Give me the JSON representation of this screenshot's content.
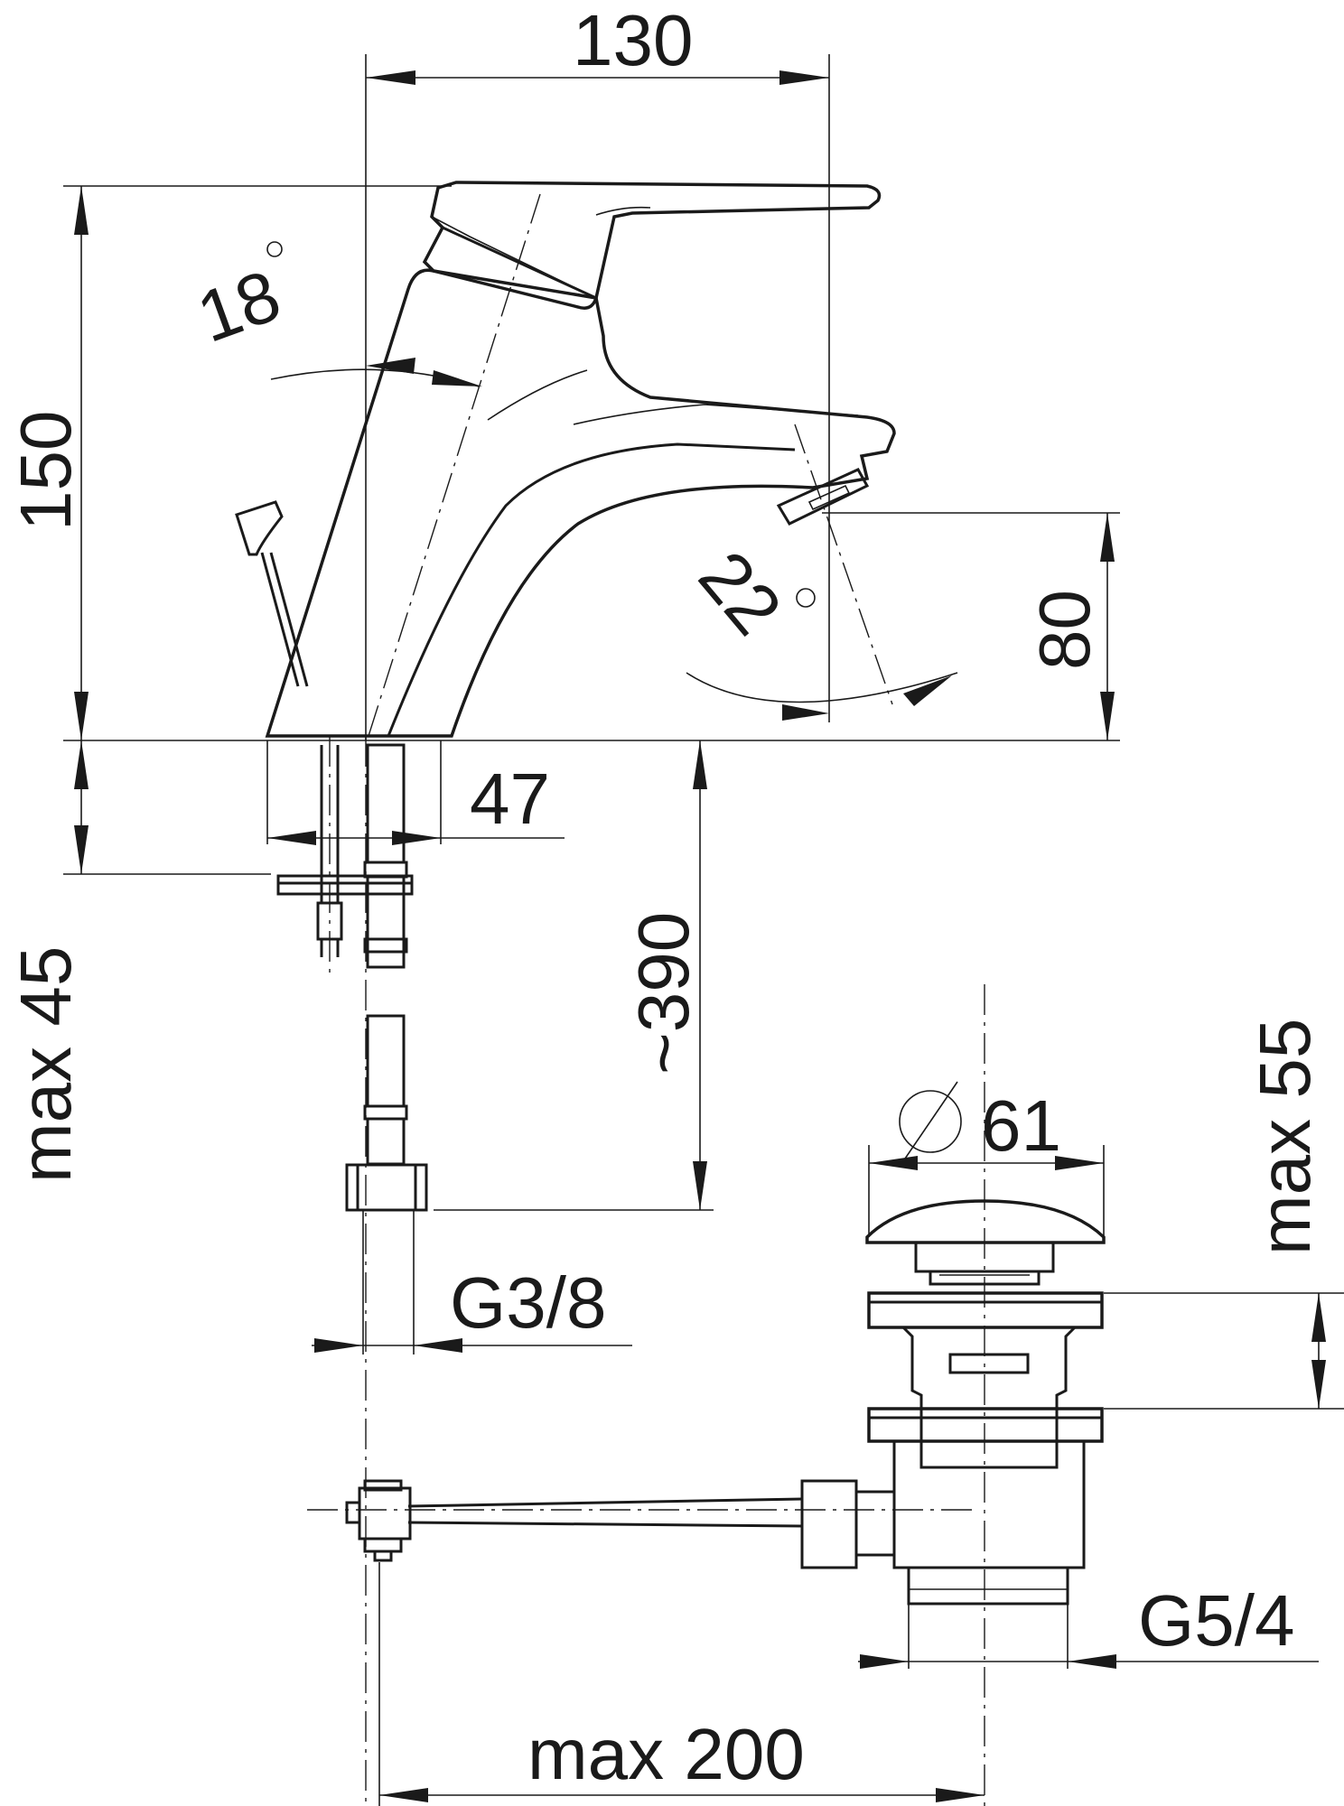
{
  "dimensions": {
    "width_top": "130",
    "height_total": "150",
    "handle_angle": "18",
    "spout_angle": "22",
    "spout_height": "80",
    "base_width": "47",
    "max_thickness_basin": "max 45",
    "hose_length": "~390",
    "hose_thread": "G3/8",
    "drain_diameter": "61",
    "drain_max_thickness": "max 55",
    "drain_thread": "G5/4",
    "rod_max_length": "max 200"
  },
  "colors": {
    "ink": "#1a1a1a",
    "paper": "#ffffff"
  }
}
